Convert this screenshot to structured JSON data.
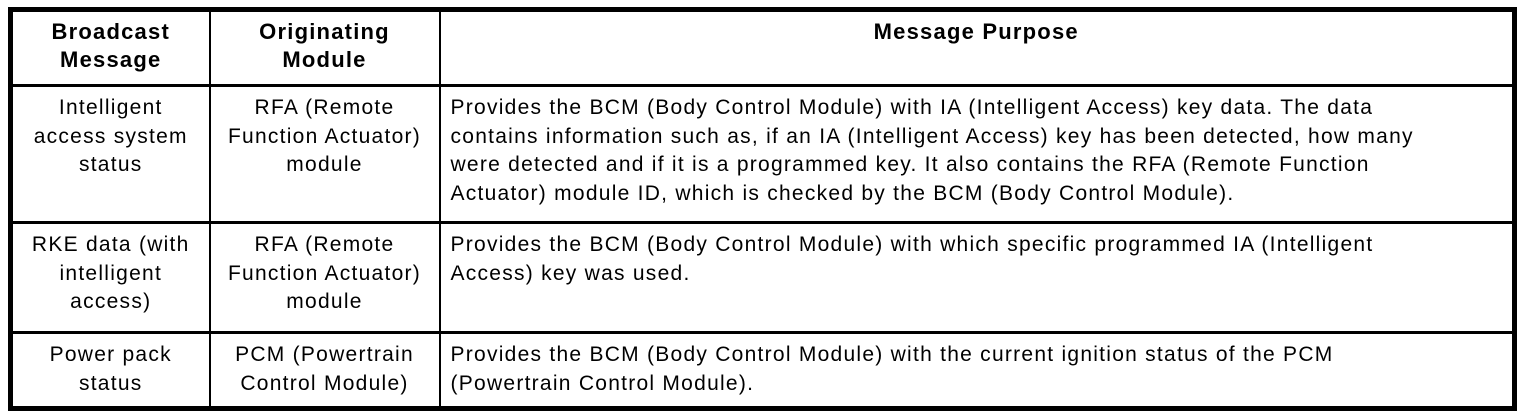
{
  "table": {
    "headers": [
      "Broadcast Message",
      "Originating Module",
      "Message Purpose"
    ],
    "rows": [
      {
        "broadcast_message": "Intelligent access system status",
        "originating_module": "RFA (Remote Function Actuator) module",
        "message_purpose": "Provides the BCM (Body Control Module) with IA (Intelligent Access) key data. The data contains information such as, if an IA (Intelligent Access) key has been detected, how many were detected and if it is a programmed key. It also contains the RFA (Remote Function Actuator) module ID, which is checked by the BCM (Body Control Module)."
      },
      {
        "broadcast_message": "RKE data (with intelligent access)",
        "originating_module": "RFA (Remote Function Actuator) module",
        "message_purpose": "Provides the BCM (Body Control Module) with which specific programmed IA (Intelligent Access) key was used."
      },
      {
        "broadcast_message": "Power pack status",
        "originating_module": "PCM (Powertrain Control Module)",
        "message_purpose": "Provides the BCM (Body Control Module) with the current ignition status of the PCM (Powertrain Control Module)."
      }
    ],
    "style": {
      "border_color": "#000000",
      "background_color": "#ffffff",
      "text_color": "#000000"
    }
  }
}
